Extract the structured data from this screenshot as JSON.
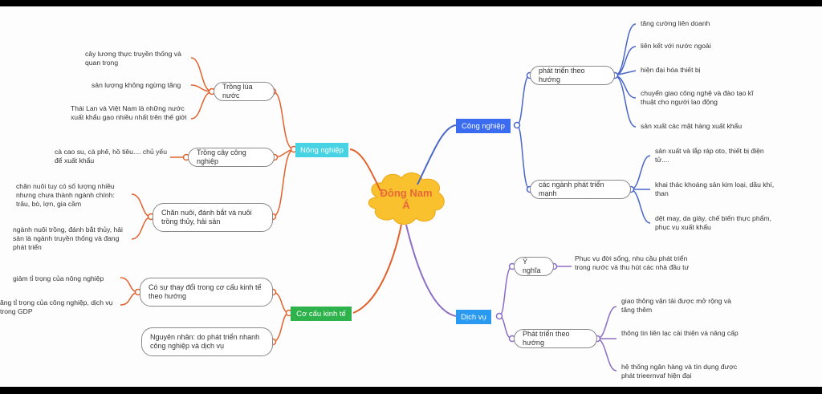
{
  "center": {
    "line1": "Đông Nam",
    "line2": "Á"
  },
  "colors": {
    "orange": "#e2622e",
    "blue": "#4a67c9",
    "purple": "#8b6ec4",
    "green": "#2eb24c",
    "cyan": "#47d3e3",
    "royal": "#3b6cf0",
    "sky": "#2a9af0",
    "cloud": "#f8c12d"
  },
  "nong_nghiep": {
    "label": "Nông nghiệp",
    "lua_nuoc": {
      "label": "Trồng lúa nước",
      "notes": [
        "cây lương thực truyền thống và quan trọng",
        "sản lượng không ngừng tăng",
        "Thái Lan và Việt Nam là những nước xuất khẩu gạo nhiều nhất trên thế giới"
      ]
    },
    "cong_nghiep": {
      "label": "Trồng cây công nghiệp",
      "notes": [
        "cà cao su, cà phê, hồ tiêu.... chủ yếu để xuất khẩu"
      ]
    },
    "chan_nuoi": {
      "label": "Chăn nuôi, đánh bắt và nuôi trồng thủy, hải sản",
      "notes": [
        "chăn nuôi tuy có số lượng nhiều nhưng chưa thành ngành chính: trâu, bò, lợn, gia cầm",
        "ngành nuôi trồng, đánh bắt thủy, hải sản là ngành truyền thống và đang phát triển"
      ]
    }
  },
  "co_cau": {
    "label": "Cơ cấu kinh tế",
    "thay_doi": {
      "label": "Có sự thay đổi trong cơ cấu kinh tế theo hướng",
      "notes": [
        "giảm tỉ trọng của nông nghiệp",
        "ăng tỉ trọng của công nghiệp, dịch vụ trong GDP"
      ]
    },
    "nguyen_nhan": {
      "label": "Nguyên nhân: do phát triển nhanh công nghiệp và dịch vụ"
    }
  },
  "cong_nghiep": {
    "label": "Công nghiệp",
    "theo_huong": {
      "label": "phát triển theo hướng",
      "notes": [
        "tăng cường liên doanh",
        "liên kết với nước ngoài",
        "hiện đại hóa thiết bị",
        "chuyển giao công nghệ và đào tạo kĩ thuật cho người lao động",
        "sản xuất các mặt hàng xuất khẩu"
      ]
    },
    "nganh": {
      "label": "các ngành phát triển mạnh",
      "notes": [
        "sản xuất và lắp ráp oto, thiết bị điện tử....",
        "khai thác khoáng sản kim loại, dầu khí, than",
        "dệt may, da giày, chế biến thực phẩm, phục vụ xuất khẩu"
      ]
    }
  },
  "dich_vu": {
    "label": "Dịch vụ",
    "y_nghia": {
      "label": "Ý nghĩa",
      "notes": [
        "Phục vụ đời sống, nhu cầu phát triển trong nước và thu hút các nhà đầu tư"
      ]
    },
    "phat_trien": {
      "label": "Phát triển theo hướng",
      "notes": [
        "giao thông vận tải được mở rộng và tăng thêm",
        "thông tin liên lạc cải thiện và nâng cấp",
        "hệ thống ngân hàng và tín dụng được phát trieernvaf hiện đại"
      ]
    }
  }
}
